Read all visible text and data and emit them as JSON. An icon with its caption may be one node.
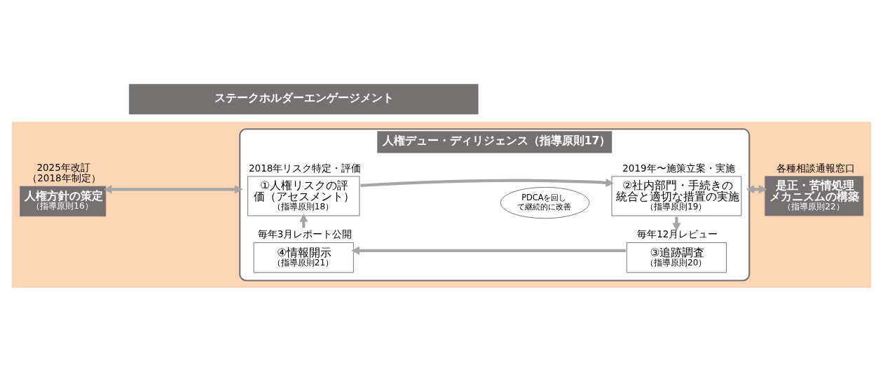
{
  "diagram": {
    "nodes": [
      {
        "text": [],
        "shape": "box"
      },
      {
        "text": [
          "人権方針の策定",
          "（指導原則16）"
        ],
        "beside": [
          "2025年改訂（2018年制定）"
        ],
        "in": 0
      },
      {
        "text": [
          "人権デュー・ディリジェンス（指導原則17）"
        ],
        "in": 0
      },
      {
        "text": [
          "①人権リスクの評価（アセスメント）",
          "（指導原則18）"
        ],
        "beside": [
          "2018年リスク特定・評価"
        ],
        "in": 2
      },
      {
        "text": [
          "②社内部門・手続きの統合と適切な措置の実施",
          "（指導原則19）"
        ],
        "beside": [
          "2019年〜施策立案・実施"
        ],
        "in": 2
      },
      {
        "text": [
          "③追跡調査",
          "（指導原則20）"
        ],
        "beside": [
          "毎年12月レビュー"
        ],
        "in": 2
      },
      {
        "text": [
          "④情報開示",
          "（指導原則21）"
        ],
        "beside": [
          "毎年3月レポート公開"
        ],
        "in": 2
      },
      {
        "text": [
          "PDCAを回して継続的に改善"
        ],
        "in": 2
      },
      {
        "text": [
          "是正・苦情処理メカニズムの構築",
          "（指導原則22）"
        ],
        "beside": [
          "各種相談通報窓口"
        ],
        "in": 0
      },
      {
        "text": [
          "ステークホルダーエンゲージメント"
        ]
      }
    ],
    "edges": [
      {
        "from": 1,
        "to": 2,
        "arrow": "both"
      },
      {
        "from": 3,
        "to": 4,
        "arrow": "to"
      },
      {
        "from": 4,
        "to": 5,
        "arrow": "to"
      },
      {
        "from": 5,
        "to": 6,
        "arrow": "to"
      },
      {
        "from": 6,
        "to": 3,
        "arrow": "to"
      },
      {
        "from": 2,
        "to": 8,
        "arrow": "both"
      }
    ]
  }
}
